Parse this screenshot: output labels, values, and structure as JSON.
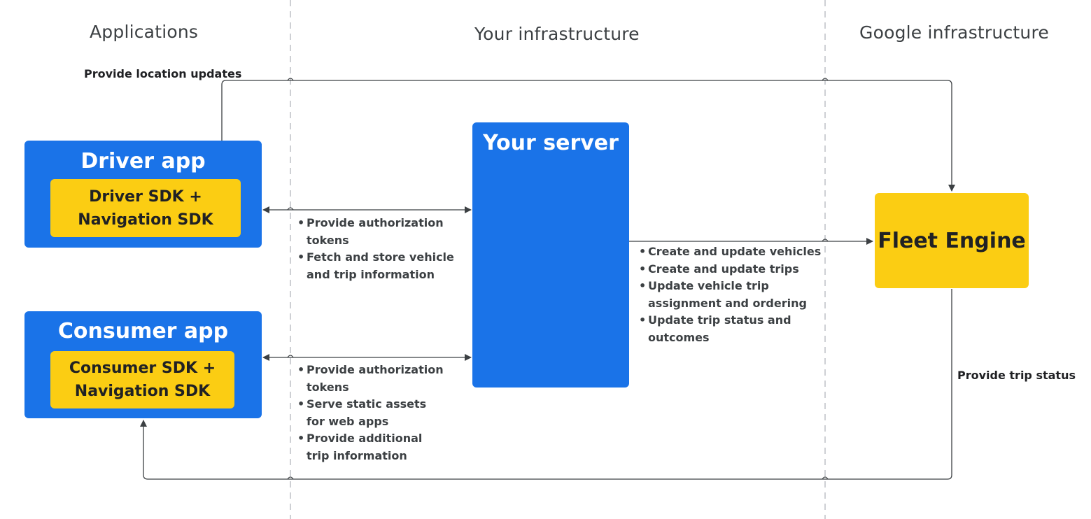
{
  "columns": {
    "applications": "Applications",
    "your_infrastructure": "Your infrastructure",
    "google_infrastructure": "Google infrastructure"
  },
  "driver_app": {
    "title": "Driver app",
    "sdk_line1": "Driver SDK +",
    "sdk_line2": "Navigation SDK"
  },
  "consumer_app": {
    "title": "Consumer app",
    "sdk_line1": "Consumer SDK +",
    "sdk_line2": "Navigation SDK"
  },
  "server": {
    "title": "Your server"
  },
  "fleet_engine": {
    "title": "Fleet Engine"
  },
  "connections": {
    "location_updates": "Provide location updates",
    "trip_status": "Provide trip status"
  },
  "driver_server_bullets": [
    "Provide authorization\ntokens",
    "Fetch and store vehicle\nand trip information"
  ],
  "consumer_server_bullets": [
    "Provide authorization\ntokens",
    "Serve static assets\nfor web apps",
    "Provide additional\ntrip information"
  ],
  "server_fleet_bullets": [
    "Create and update vehicles",
    "Create and update trips",
    "Update vehicle trip\nassignment and ordering",
    "Update trip status and\noutcomes"
  ],
  "colors": {
    "blue": "#1a73e8",
    "yellow": "#fbcd13",
    "line": "#5f6368",
    "divider": "#bdc1c6"
  }
}
